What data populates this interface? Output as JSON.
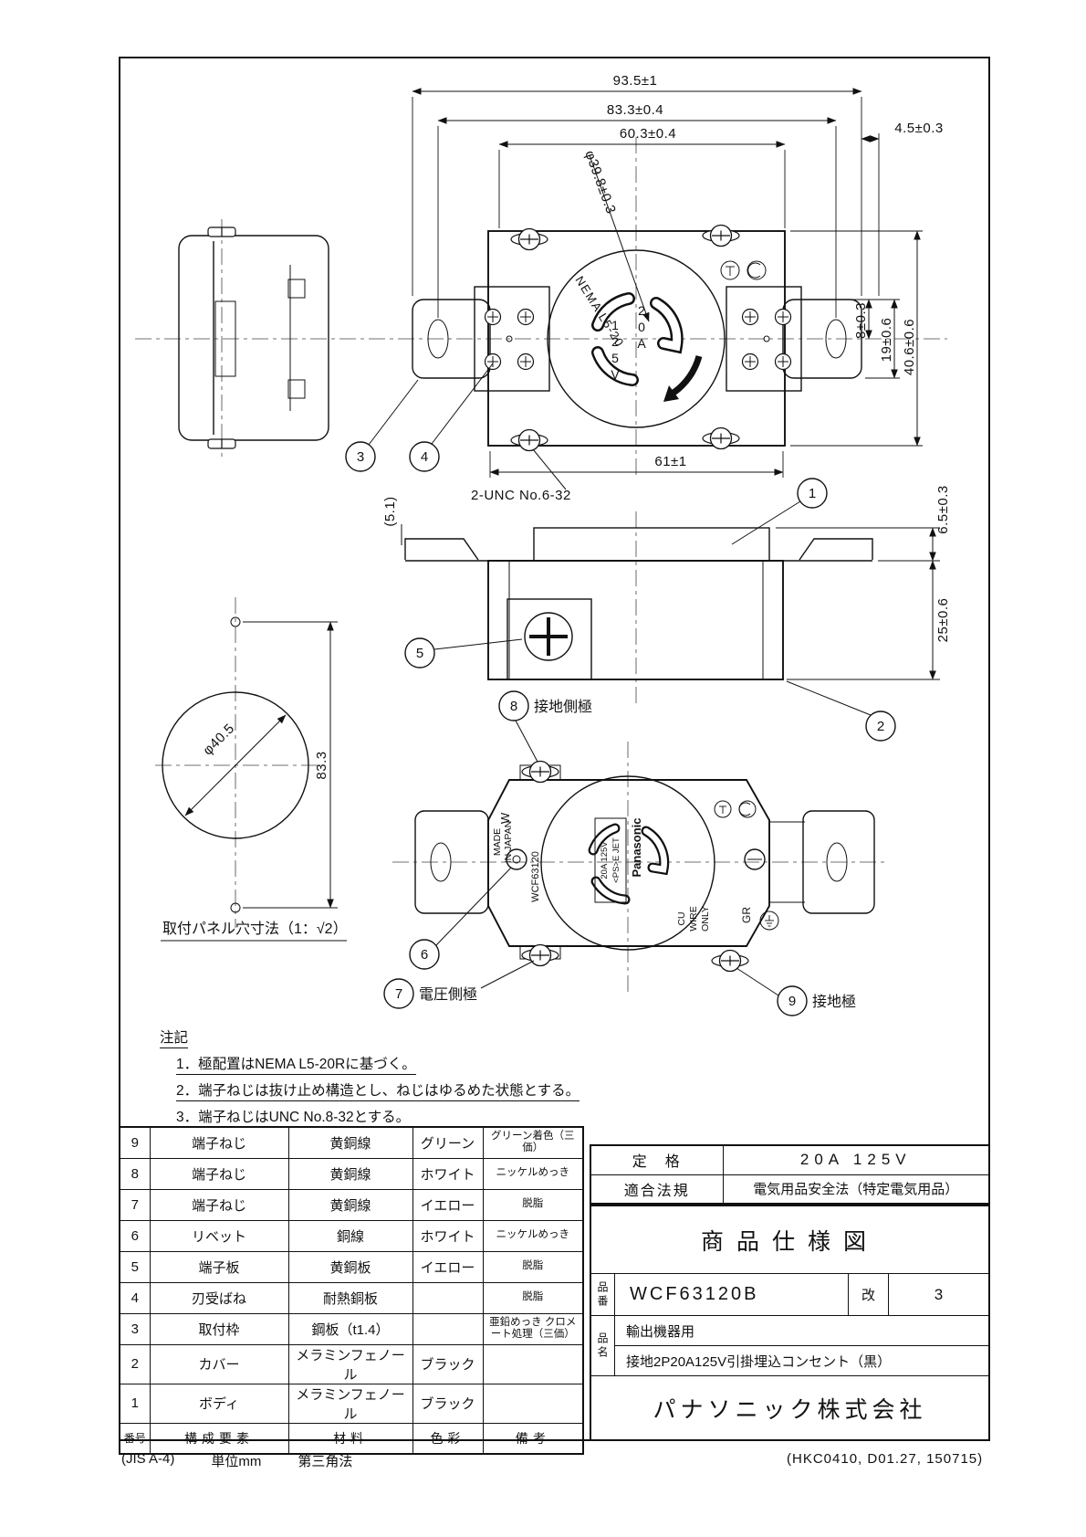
{
  "dims": {
    "w935": "93.5±1",
    "w833": "83.3±0.4",
    "w603": "60.3±0.4",
    "w45": "4.5±0.3",
    "dia398": "φ39.8±0.3",
    "h8": "8±0.3",
    "h19": "19±0.6",
    "h406": "40.6±0.6",
    "w61": "61±1",
    "h65": "6.5±0.3",
    "h25": "25±0.6",
    "h51": "(5.1)",
    "unc": "2-UNC No.6-32",
    "dia405": "φ40.5",
    "h833": "83.3",
    "panel_caption": "取付パネル穴寸法（1：√2）"
  },
  "face": {
    "nema": "NEMA L5-20",
    "amp": "20A",
    "volt": "125V"
  },
  "back": {
    "w_mark": "W",
    "made_in_1": "MADE",
    "made_in_2": "IN JAPAN",
    "model": "WCF63120",
    "brand": "Panasonic",
    "plate_line1": "20A 125V",
    "plate_line2": "<PS>E JET",
    "cu_1": "CU",
    "cu_2": "WIRE",
    "cu_3": "ONLY",
    "gr_mark": "GR"
  },
  "callouts": {
    "c1": "1",
    "c2": "2",
    "c3": "3",
    "c4": "4",
    "c5": "5",
    "c6": "6",
    "c7": "7",
    "c8": "8",
    "c9": "9",
    "pole_ground_side": "接地側極",
    "pole_voltage_side": "電圧側極",
    "pole_ground": "接地極"
  },
  "notes": {
    "title": "注記",
    "items": [
      "1．極配置はNEMA L5-20Rに基づく。",
      "2．端子ねじは抜け止め構造とし、ねじはゆるめた状態とする。",
      "3．端子ねじはUNC No.8-32とする。"
    ]
  },
  "parts_table": {
    "headers": {
      "no": "番号",
      "component": "構成要素",
      "material": "材料",
      "color": "色彩",
      "remark": "備考"
    },
    "rows": [
      {
        "no": "9",
        "component": "端子ねじ",
        "material": "黄銅線",
        "color": "グリーン",
        "remark": "グリーン着色（三価）"
      },
      {
        "no": "8",
        "component": "端子ねじ",
        "material": "黄銅線",
        "color": "ホワイト",
        "remark": "ニッケルめっき"
      },
      {
        "no": "7",
        "component": "端子ねじ",
        "material": "黄銅線",
        "color": "イエロー",
        "remark": "脱脂"
      },
      {
        "no": "6",
        "component": "リベット",
        "material": "銅線",
        "color": "ホワイト",
        "remark": "ニッケルめっき"
      },
      {
        "no": "5",
        "component": "端子板",
        "material": "黄銅板",
        "color": "イエロー",
        "remark": "脱脂"
      },
      {
        "no": "4",
        "component": "刃受ばね",
        "material": "耐熱銅板",
        "color": "",
        "remark": "脱脂"
      },
      {
        "no": "3",
        "component": "取付枠",
        "material": "鋼板（t1.4）",
        "color": "",
        "remark": "亜鉛めっき クロメート処理（三価）"
      },
      {
        "no": "2",
        "component": "カバー",
        "material": "メラミンフェノール",
        "color": "ブラック",
        "remark": ""
      },
      {
        "no": "1",
        "component": "ボディ",
        "material": "メラミンフェノール",
        "color": "ブラック",
        "remark": ""
      }
    ]
  },
  "title_block": {
    "rating_label": "定　格",
    "rating_value": "20A 125V",
    "regulation_label": "適合法規",
    "regulation_value": "電気用品安全法（特定電気用品）",
    "spec_title": "商品仕様図",
    "part_no_label": "品番",
    "part_no": "WCF63120B",
    "rev_label": "改",
    "rev_no": "3",
    "name_label": "品名",
    "name_line1": "輸出機器用",
    "name_line2": "接地2P20A125V引掛埋込コンセント（黒）",
    "company": "パナソニック株式会社"
  },
  "meta": {
    "standard": "(JIS A-4)",
    "unit": "単位mm",
    "projection": "第三角法",
    "doc_no": "(HKC0410, D01.27, 150715)"
  }
}
